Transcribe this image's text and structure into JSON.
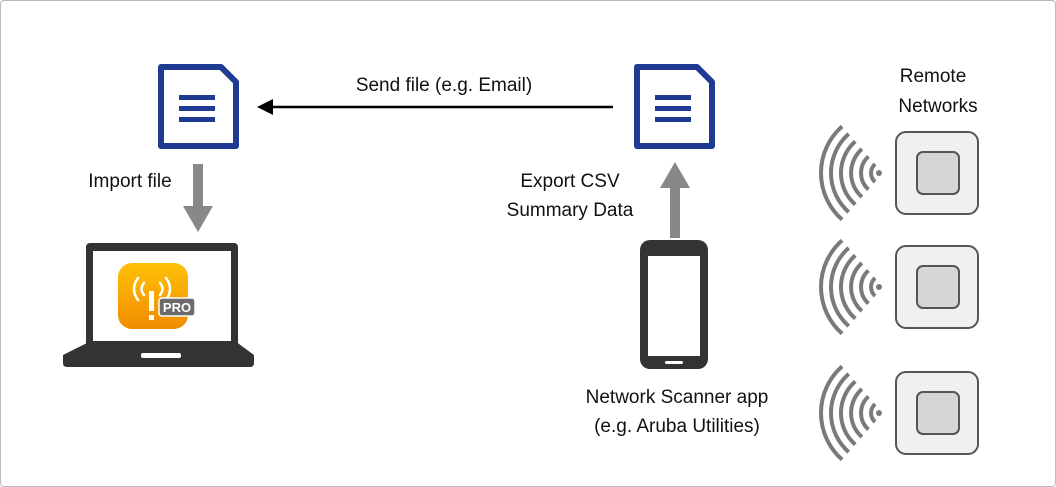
{
  "labels": {
    "send_file": "Send file (e.g. Email)",
    "import_file": "Import file",
    "export_line1": "Export CSV",
    "export_line2": "Summary Data",
    "scanner_line1": "Network Scanner app",
    "scanner_line2": "(e.g. Aruba Utilities)",
    "remote_line1": "Remote",
    "remote_line2": "Networks",
    "app_badge": "PRO"
  },
  "icons": {
    "left_document": "document-icon",
    "right_document": "document-icon",
    "laptop": "laptop-icon",
    "app": "wifi-explorer-pro-icon",
    "phone": "smartphone-icon",
    "access_point": "access-point-icon",
    "wifi_signal": "wifi-signal-icon"
  },
  "colors": {
    "document_stroke": "#1f3a93",
    "arrow_black": "#000000",
    "arrow_grey": "#888888",
    "device_dark": "#333333",
    "signal_grey": "#7a7a7a",
    "ap_fill": "#f0f0f0",
    "app_orange": "#f5a300"
  }
}
